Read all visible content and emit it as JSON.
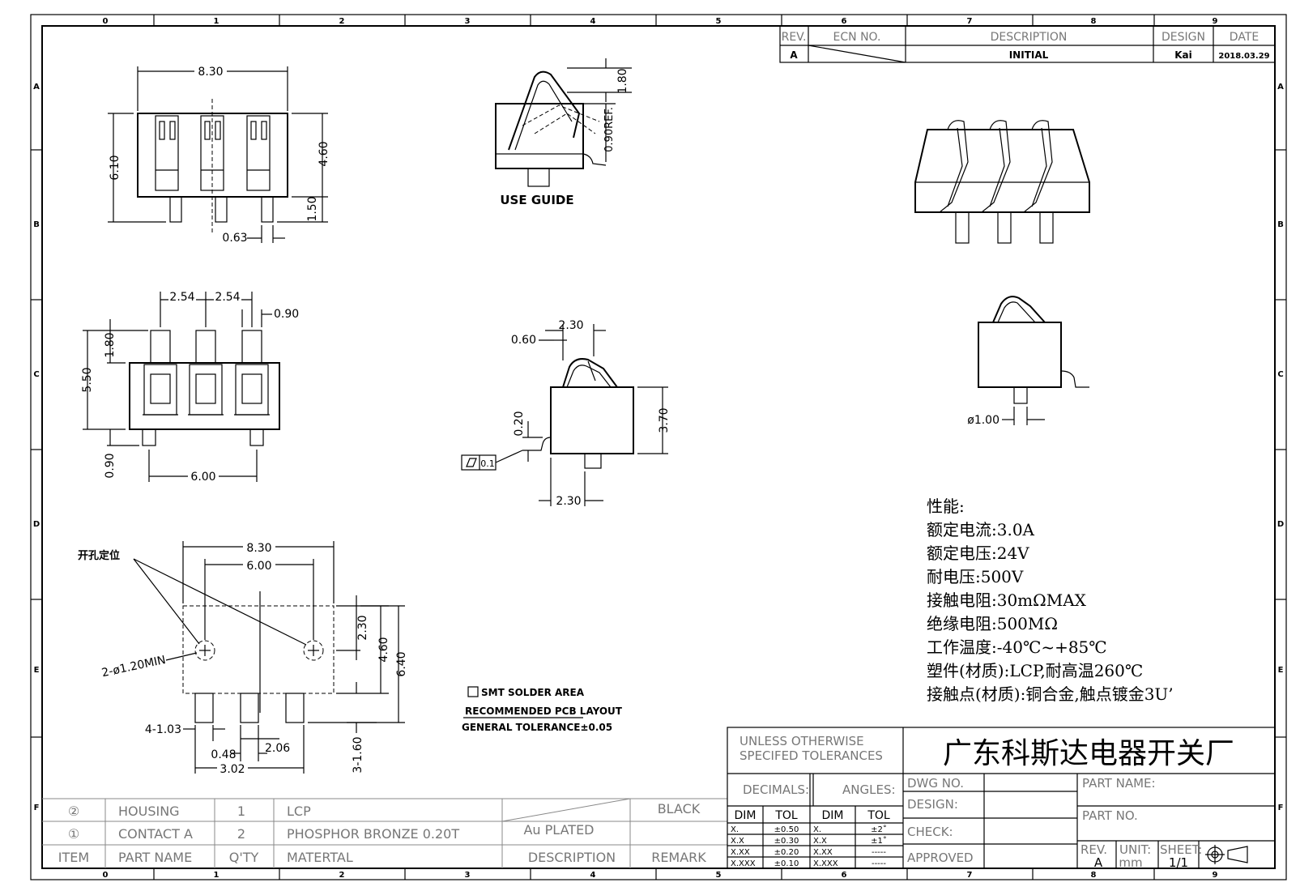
{
  "grid": {
    "cols": [
      "0",
      "1",
      "2",
      "3",
      "4",
      "5",
      "6",
      "7",
      "8",
      "9"
    ],
    "rows": [
      "A",
      "B",
      "C",
      "D",
      "E",
      "F"
    ]
  },
  "revision_block": {
    "headers": {
      "rev": "REV.",
      "ecn": "ECN NO.",
      "description": "DESCRIPTION",
      "design": "DESIGN",
      "date": "DATE"
    },
    "row": {
      "rev": "A",
      "description": "INITIAL",
      "design": "Kai",
      "date": "2018.03.29"
    }
  },
  "top_view": {
    "width": "8.30",
    "height": "6.10",
    "body_height": "4.60",
    "pin_length": "1.50",
    "pin_width": "0.63"
  },
  "side_view": {
    "label": "USE GUIDE",
    "top_dim": "1.80",
    "ref_dim": "0.90REF."
  },
  "front_view": {
    "pitch_left": "2.54",
    "pitch_right": "2.54",
    "pin_width": "0.90",
    "contact_height": "1.80",
    "total_height": "5.50",
    "post_height": "0.90",
    "post_span": "6.00"
  },
  "end_view": {
    "top_width": "2.30",
    "offset": "0.60",
    "foot_height": "0.20",
    "body_height": "3.70",
    "bottom_width": "2.30",
    "flatness_value": "0.1"
  },
  "pcb_layout": {
    "locate_label": "开孔定位",
    "hole_label": "2-ø1.20MIN",
    "width": "8.30",
    "hole_span": "6.00",
    "hole_offset": "2.30",
    "height_inner": "4.60",
    "height_total": "6.40",
    "pad_width": "4-1.03",
    "pad_gap": "0.48",
    "pad_pitch": "2.06",
    "pad_span": "3.02",
    "pad_height": "3-1.60",
    "legend_solder": "SMT SOLDER AREA",
    "legend_layout": "RECOMMENDED PCB LAYOUT",
    "legend_tolerance": "GENERAL TOLERANCE±0.05"
  },
  "iso_view": {
    "pin_dia": "ø1.00"
  },
  "specs": [
    "性能:",
    "额定电流:3.0A",
    "额定电压:24V",
    "耐电压:500V",
    "接触电阻:30mΩMAX",
    "绝缘电阻:500MΩ",
    "工作温度:-40℃~+85℃",
    "塑件(材质):LCP,耐高温260℃",
    "接触点(材质):铜合金,触点镀金3U’"
  ],
  "bom": {
    "header": {
      "item": "ITEM",
      "part": "PART NAME",
      "qty": "Q'TY",
      "material": "MATERTAL",
      "description": "DESCRIPTION",
      "remark": "REMARK"
    },
    "rows": [
      {
        "item": "②",
        "part": "HOUSING",
        "qty": "1",
        "material": "LCP",
        "description": "",
        "remark": "BLACK"
      },
      {
        "item": "①",
        "part": "CONTACT A",
        "qty": "2",
        "material": "PHOSPHOR BRONZE 0.20T",
        "description": "Au PLATED",
        "remark": ""
      }
    ]
  },
  "title_block": {
    "tolerance_note_1": "UNLESS OTHERWISE",
    "tolerance_note_2": "SPECIFED TOLERANCES",
    "decimals": "DECIMALS:",
    "angles": "ANGLES:",
    "dim": "DIM",
    "tol": "TOL",
    "decimal_rows": [
      [
        "X.",
        "±0.50"
      ],
      [
        "X.X",
        "±0.30"
      ],
      [
        "X.XX",
        "±0.20"
      ],
      [
        "X.XXX",
        "±0.10"
      ]
    ],
    "angle_rows": [
      [
        "X.",
        "±2˚"
      ],
      [
        "X.X",
        "±1˚"
      ],
      [
        "X.XX",
        "-----"
      ],
      [
        "X.XXX",
        "-----"
      ]
    ],
    "company": "广东科斯达电器开关厂",
    "dwg_no": "DWG NO.",
    "design": "DESIGN:",
    "check": "CHECK:",
    "approved": "APPROVED",
    "part_name": "PART NAME:",
    "part_no": "PART NO.",
    "rev_label": "REV.",
    "rev_value": "A",
    "unit_label": "UNIT:",
    "unit_value": "mm",
    "sheet_label": "SHEET:",
    "sheet_value": "1/1"
  }
}
